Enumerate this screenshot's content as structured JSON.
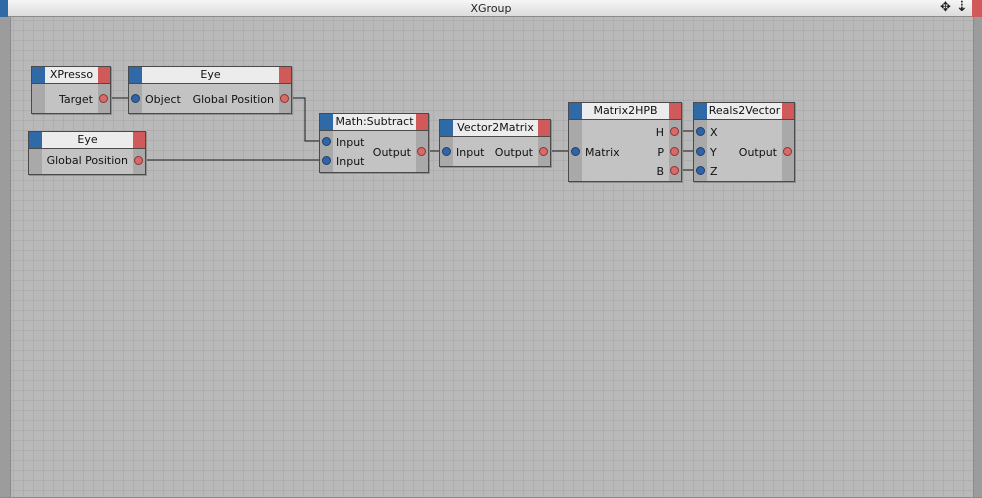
{
  "group": {
    "title": "XGroup"
  },
  "nodes": {
    "xpresso": {
      "title": "XPresso",
      "ports": {
        "target": "Target"
      }
    },
    "eye_top": {
      "title": "Eye",
      "ports": {
        "object": "Object",
        "global_position": "Global Position"
      }
    },
    "eye_bottom": {
      "title": "Eye",
      "ports": {
        "global_position": "Global Position"
      }
    },
    "math_subtract": {
      "title": "Math:Subtract",
      "ports": {
        "input1": "Input",
        "input2": "Input",
        "output": "Output"
      }
    },
    "vector2matrix": {
      "title": "Vector2Matrix",
      "ports": {
        "input": "Input",
        "output": "Output"
      }
    },
    "matrix2hpb": {
      "title": "Matrix2HPB",
      "ports": {
        "matrix": "Matrix",
        "h": "H",
        "p": "P",
        "b": "B"
      }
    },
    "reals2vector": {
      "title": "Reals2Vector",
      "ports": {
        "x": "X",
        "y": "Y",
        "z": "Z",
        "output": "Output"
      }
    }
  },
  "colors": {
    "input_port": "#2f65a8",
    "output_port": "#d86a6a",
    "node_header_left": "#2f6aa6",
    "node_header_right": "#d05a5a"
  },
  "icons": {
    "move": "move-icon",
    "sort": "sort-down-icon"
  }
}
